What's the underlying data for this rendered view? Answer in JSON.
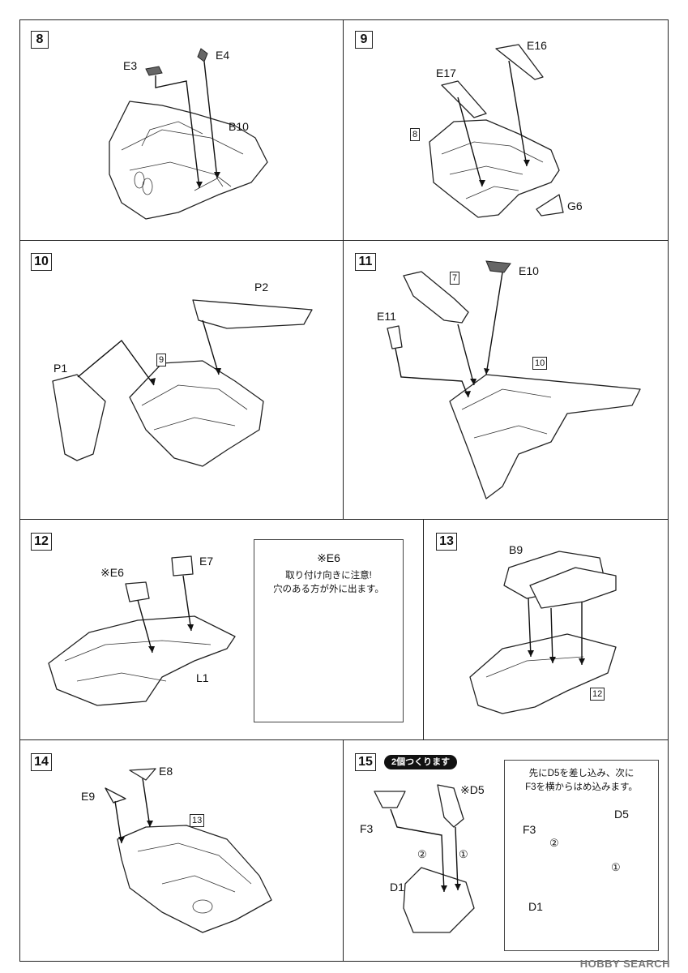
{
  "steps": [
    {
      "number": "8",
      "labels": [
        "E3",
        "E4",
        "B10"
      ]
    },
    {
      "number": "9",
      "ref": "8",
      "labels": [
        "E16",
        "E17",
        "G6"
      ]
    },
    {
      "number": "10",
      "ref": "9",
      "labels": [
        "P2",
        "P1"
      ]
    },
    {
      "number": "11",
      "refs": [
        "7",
        "10"
      ],
      "labels": [
        "E10",
        "E11"
      ]
    },
    {
      "number": "12",
      "labels": [
        "E7",
        "※E6",
        "L1"
      ],
      "note": {
        "title": "※E6",
        "line1": "取り付け向きに注意!",
        "line2": "穴のある方が外に出ます。"
      }
    },
    {
      "number": "13",
      "ref": "12",
      "labels": [
        "B9"
      ]
    },
    {
      "number": "14",
      "ref": "13",
      "labels": [
        "E8",
        "E9"
      ]
    },
    {
      "number": "15",
      "badge": "2個つくります",
      "labels": [
        "※D5",
        "F3",
        "D1"
      ],
      "order": [
        "②",
        "①"
      ],
      "note": {
        "line1": "先にD5を差し込み、次に",
        "line2": "F3を横からはめ込みます。",
        "labels": [
          "F3",
          "D5",
          "D1"
        ],
        "order": [
          "②",
          "①"
        ]
      }
    }
  ],
  "watermark": "HOBBY SEARCH"
}
